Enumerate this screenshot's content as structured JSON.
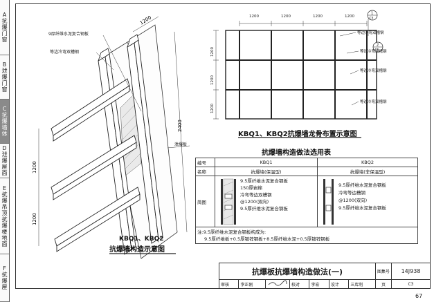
{
  "sidebar": [
    {
      "letter": "A",
      "label": "抗爆门窗",
      "active": false
    },
    {
      "letter": "B",
      "label": "泄爆门窗",
      "active": false
    },
    {
      "letter": "C",
      "label": "抗爆墙体",
      "active": true
    },
    {
      "letter": "D",
      "label": "泄爆屋面",
      "active": false
    },
    {
      "letter": "E",
      "label": "抗爆吊顶抗爆楼地面",
      "active": false
    },
    {
      "letter": "F",
      "label": "抗爆屋",
      "active": false
    }
  ],
  "left_drawing": {
    "caption_line1": "KBQ1、KBQ2",
    "caption_line2": "抗爆墙构造示意图",
    "label_board": "9厚纤维水泥复合钢板",
    "label_channel": "等边冷弯双槽钢",
    "label_explosion_board": "泄爆板",
    "dim_top": "1200",
    "dim_height": "2400",
    "dim_left_1": "1200",
    "dim_left_2": "1200"
  },
  "right_drawing": {
    "caption": "KBQ1、KBQ2抗爆墙龙骨布置示意图",
    "dims_top": [
      "1200",
      "1200",
      "1200",
      "1200"
    ],
    "dims_left": [
      "1200",
      "1200",
      "1200"
    ],
    "callout_1_num": "1",
    "callout_1_ref": "C5",
    "callout_2_num": "2",
    "callout_2_ref": "C5",
    "label_1": "等边冷弯双槽钢",
    "label_2": "等边冷弯双槽钢",
    "label_3": "等边冷弯双槽钢",
    "label_4": "等边冷弯双槽钢"
  },
  "selection_table": {
    "title": "抗爆墙构造做法选用表",
    "row_number_label": "编号",
    "row_name_label": "名称",
    "row_section_label": "简图",
    "col1_code": "KBQ1",
    "col2_code": "KBQ2",
    "col1_name": "抗爆墙(保温型)",
    "col2_name": "抗爆墙(非保温型)",
    "col1_layers": [
      "9.5厚纤维水泥复合钢板",
      "150厚岩棉",
      "冷弯等边双槽钢",
      "@1200(双向)",
      "9.5厚纤维水泥复合钢板"
    ],
    "col2_layers": [
      "9.5厚纤维水泥复合钢板",
      "冷弯等边槽钢",
      "@1200(双向)",
      "9.5厚纤维水泥复合钢板"
    ],
    "note_line1": "注:9.5厚纤维水泥复合钢板构成为:",
    "note_line2": "9.5厚纤维板+0.5厚镀锌钢板+8.5厚纤维水泥+0.5厚镀锌钢板"
  },
  "title_block": {
    "title": "抗爆板抗爆墙构造做法(一)",
    "atlas_label": "图集号",
    "atlas_number": "14J938",
    "page_label": "页",
    "page_ref": "C3",
    "review_label": "审核",
    "reviewer": "李正刚",
    "check_label": "校对",
    "checker": "李宏",
    "design_label": "设计",
    "designer": "三库利"
  },
  "page_number": "67"
}
